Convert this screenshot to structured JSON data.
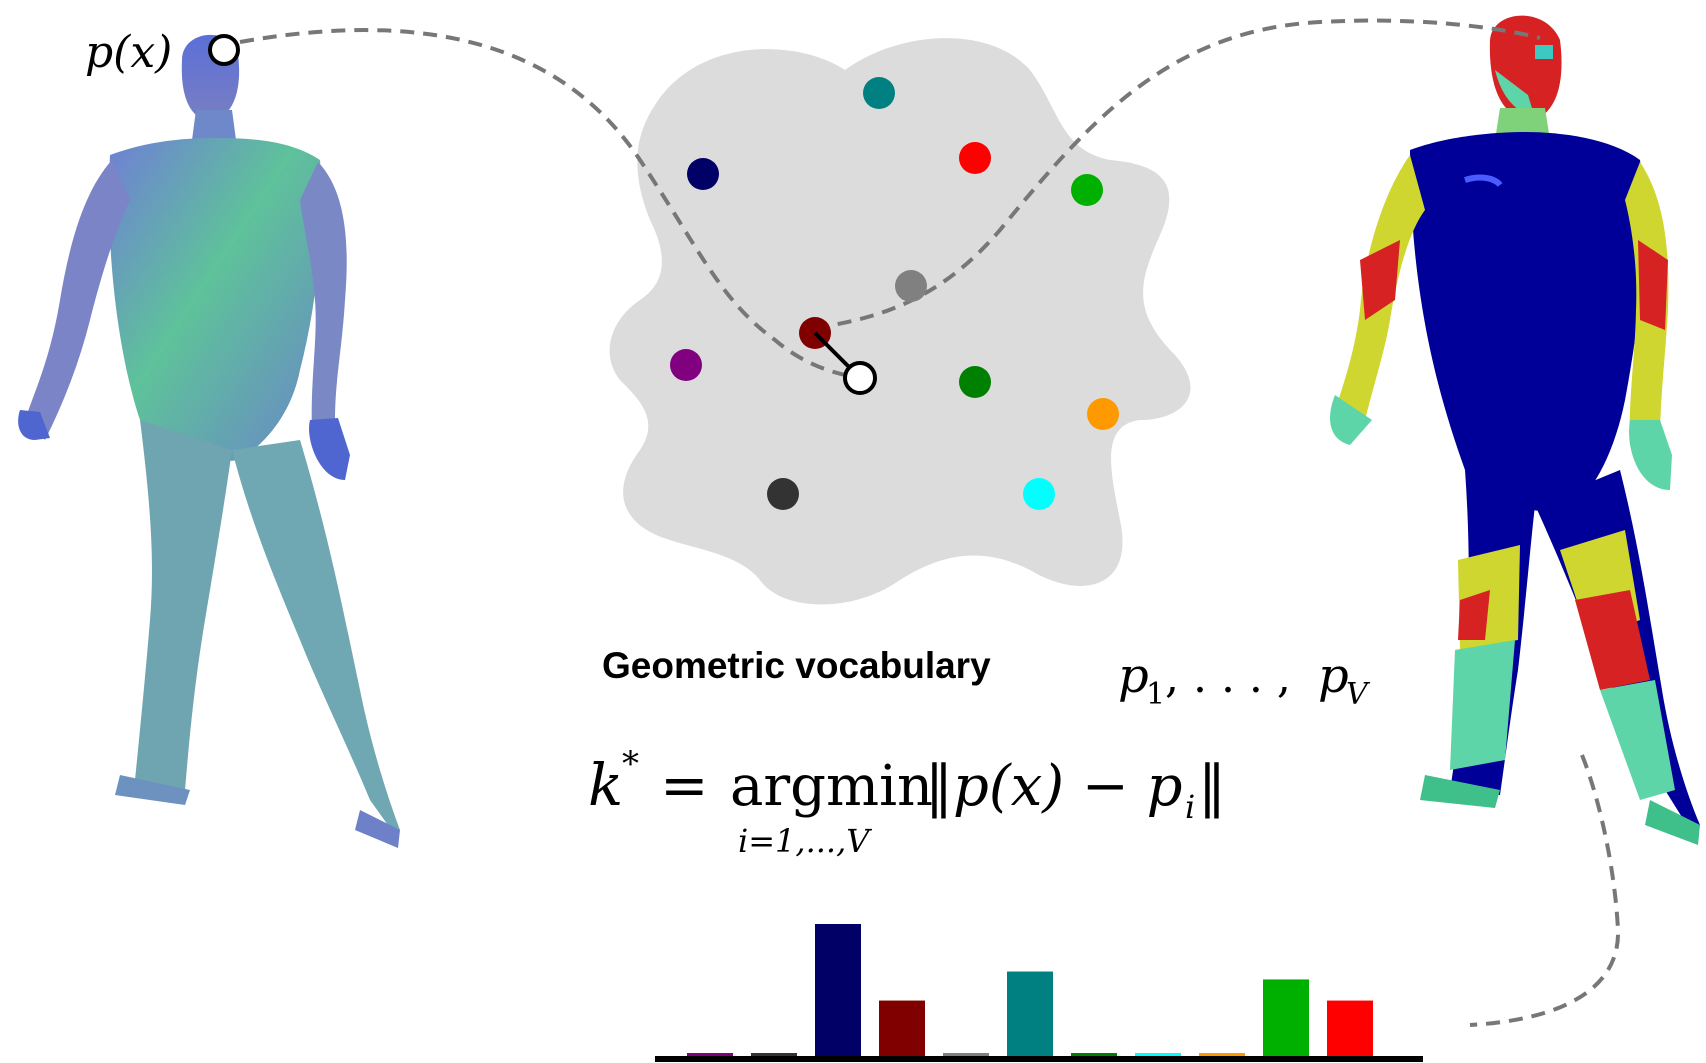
{
  "left_figure": {
    "point_label": "p(x)"
  },
  "vocabulary": {
    "label": "Geometric vocabulary",
    "words_label": "p₁, . . . , p_V",
    "words_label_main": "p",
    "words_label_sub1": "1",
    "words_label_dots": ", . . . , ",
    "words_label_subV": "V",
    "points": [
      {
        "color": "#008080"
      },
      {
        "color": "#000066"
      },
      {
        "color": "#ff0000"
      },
      {
        "color": "#00b000"
      },
      {
        "color": "#808080"
      },
      {
        "color": "#800000"
      },
      {
        "color": "#800080"
      },
      {
        "color": "#008000"
      },
      {
        "color": "#ff9900"
      },
      {
        "color": "#333333"
      },
      {
        "color": "#00ffff"
      }
    ]
  },
  "equation": {
    "lhs": "k",
    "star": "*",
    "eq": "=",
    "op": "argmin",
    "subscript": "i=1,...,V",
    "rhs_a": "‖p(x) − p",
    "rhs_i": "i",
    "rhs_b": "‖"
  },
  "histogram": {
    "bars": [
      {
        "color": "#800080",
        "value": 0.02
      },
      {
        "color": "#333333",
        "value": 0.02
      },
      {
        "color": "#000066",
        "value": 1.0
      },
      {
        "color": "#800000",
        "value": 0.42
      },
      {
        "color": "#808080",
        "value": 0.02
      },
      {
        "color": "#008080",
        "value": 0.64
      },
      {
        "color": "#008000",
        "value": 0.02
      },
      {
        "color": "#00ffff",
        "value": 0.02
      },
      {
        "color": "#ff9900",
        "value": 0.02
      },
      {
        "color": "#00b000",
        "value": 0.58
      },
      {
        "color": "#ff0000",
        "value": 0.42
      }
    ]
  }
}
